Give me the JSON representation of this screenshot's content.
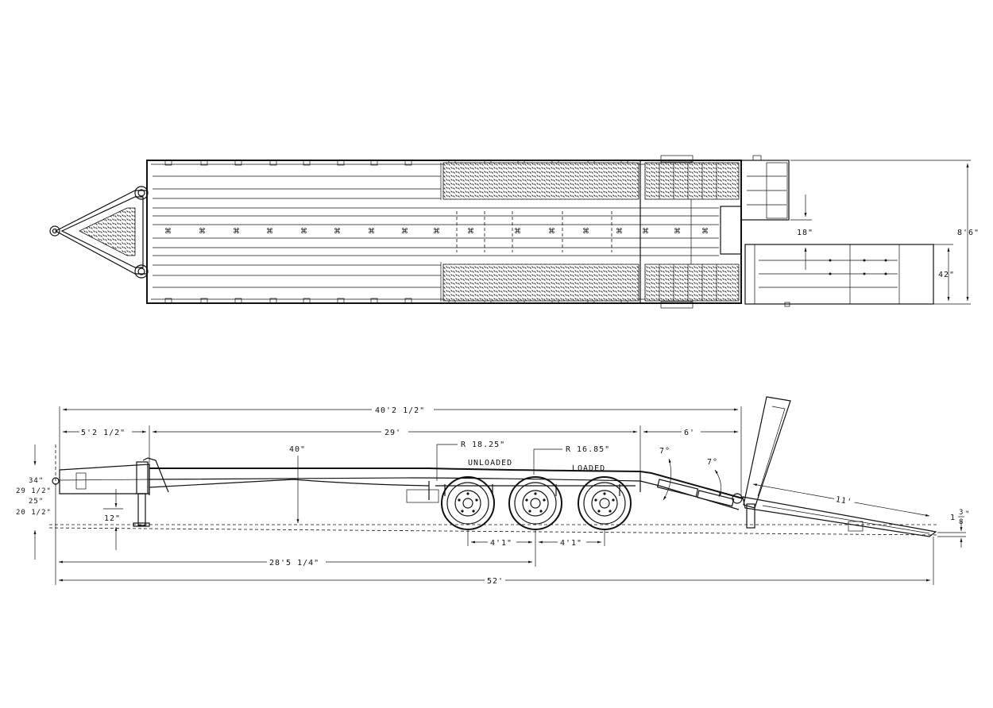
{
  "top_view": {
    "dims": {
      "overall_width": "8'6\"",
      "ramp_width": "42\"",
      "ramp_gap": "18\""
    }
  },
  "side_view": {
    "dims": {
      "deck_length": "40'2 1/2\"",
      "tongue_to_deck": "5'2 1/2\"",
      "main_deck": "29'",
      "beavertail": "6'",
      "overall_length": "52'",
      "hitch_to_axle": "28'5 1/4\"",
      "axle_spacing_1": "4'1\"",
      "axle_spacing_2": "4'1\"",
      "deck_height": "40\"",
      "jack_height": "12\"",
      "ramp_length": "11'",
      "angle_1": "7°",
      "angle_2": "7°",
      "radius_unloaded": "R 18.25\"",
      "radius_loaded": "R 16.85\"",
      "label_unloaded": "UNLOADED",
      "label_loaded": "LOADED",
      "ramp_tip_whole": "1",
      "ramp_tip_num": "3",
      "ramp_tip_den": "8",
      "ramp_tip_unit": "\""
    },
    "hitch_heights": [
      "34\"",
      "29 1/2\"",
      "25\"",
      "20 1/2\""
    ]
  }
}
